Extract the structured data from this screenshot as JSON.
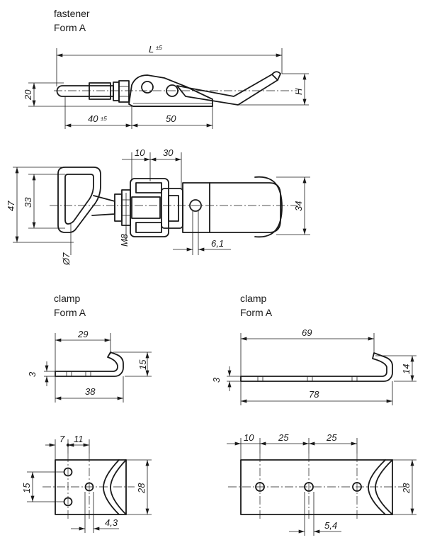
{
  "sections": [
    {
      "title": "fastener",
      "form": "Form A"
    },
    {
      "title": "clamp",
      "form": "Form A"
    },
    {
      "title": "clamp",
      "form": "Form A"
    }
  ],
  "fastener": {
    "side": {
      "L": "L",
      "L_tol": "±5",
      "h20": "20",
      "H": "H",
      "d40": "40",
      "d40_tol": "±5",
      "d50": "50"
    },
    "top": {
      "d10": "10",
      "d30": "30",
      "h47": "47",
      "h33": "33",
      "h34": "34",
      "m8": "M8",
      "d7": "Ø7",
      "d61": "6,1"
    }
  },
  "clamp_small": {
    "side": {
      "d29": "29",
      "d3": "3",
      "d15": "15",
      "d38": "38"
    },
    "plan": {
      "d7": "7",
      "d11": "11",
      "d15": "15",
      "d28": "28",
      "d43": "4,3"
    }
  },
  "clamp_large": {
    "side": {
      "d69": "69",
      "d3": "3",
      "d14": "14",
      "d78": "78"
    },
    "plan": {
      "d10": "10",
      "d25a": "25",
      "d25b": "25",
      "d28": "28",
      "d54": "5,4"
    }
  }
}
